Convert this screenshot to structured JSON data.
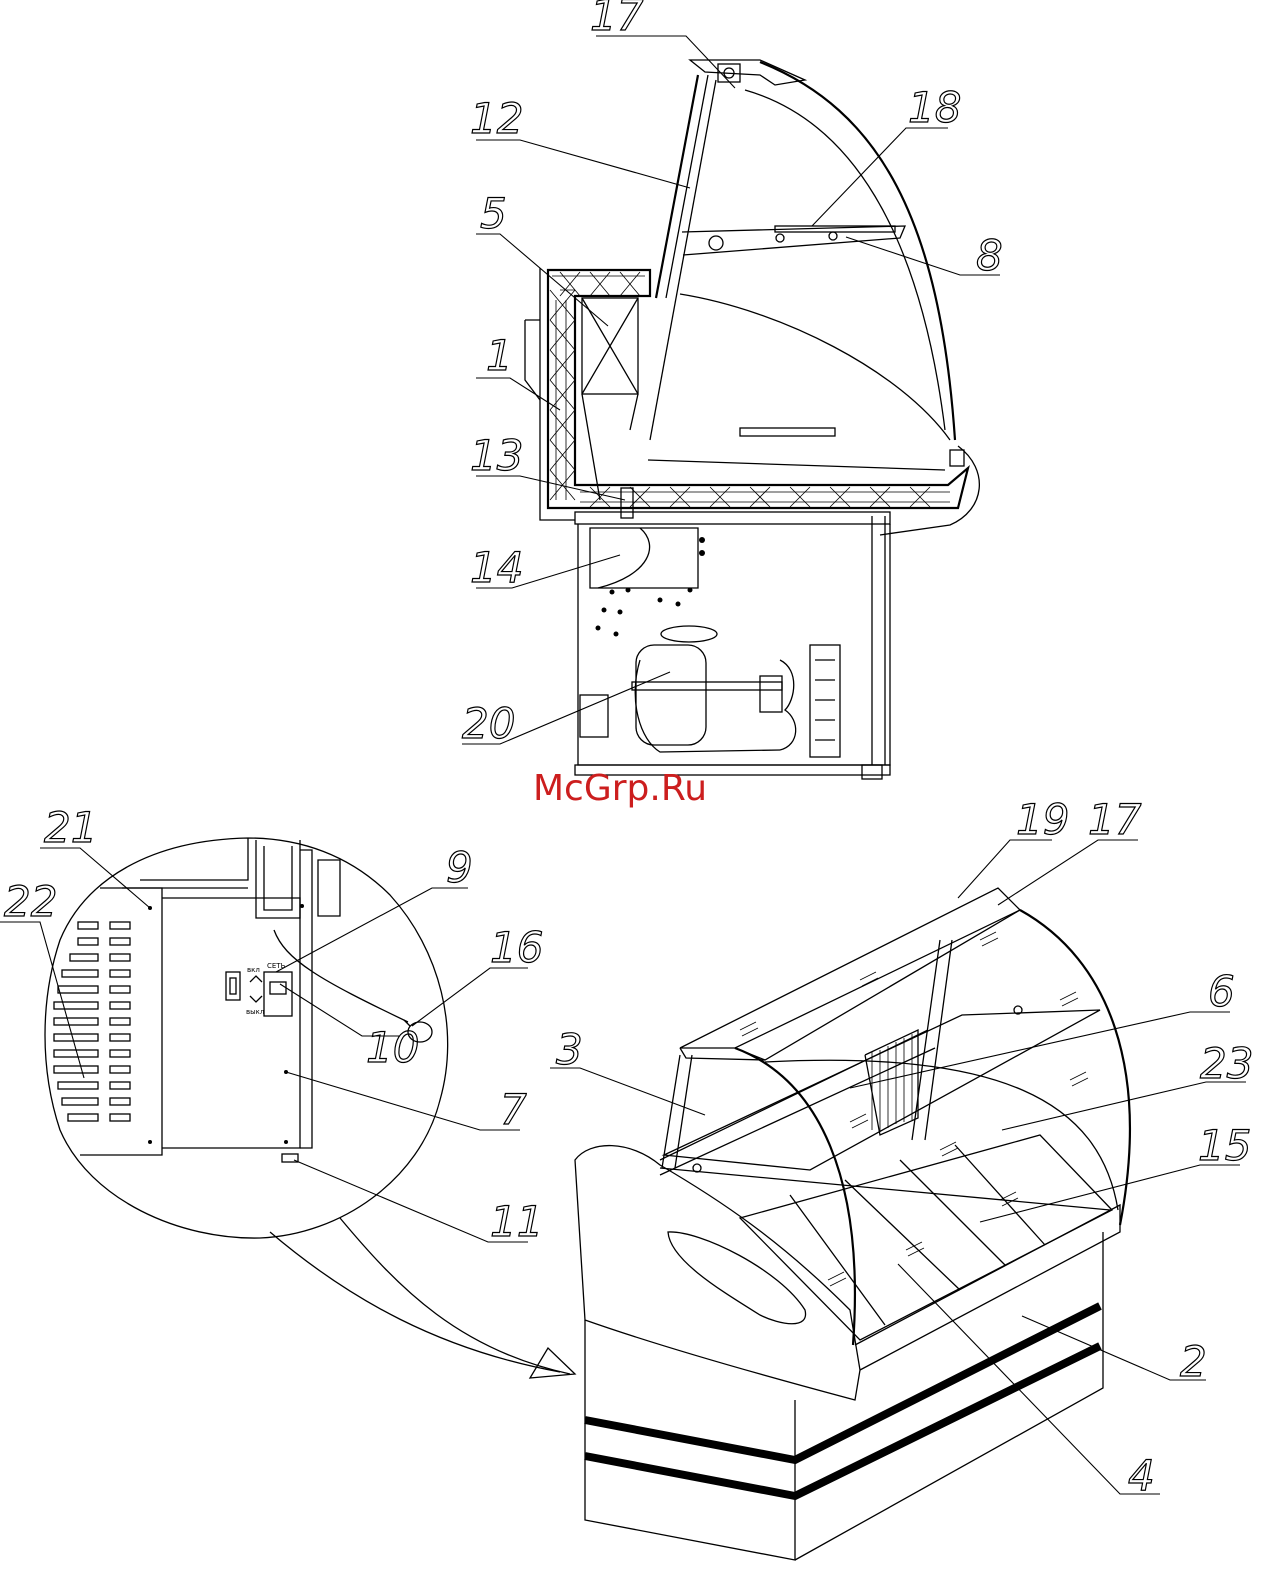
{
  "watermark": "McGrp.Ru",
  "callouts": [
    {
      "id": "17",
      "label": "17"
    },
    {
      "id": "12",
      "label": "12"
    },
    {
      "id": "18",
      "label": "18"
    },
    {
      "id": "5",
      "label": "5"
    },
    {
      "id": "8",
      "label": "8"
    },
    {
      "id": "1",
      "label": "1"
    },
    {
      "id": "13",
      "label": "13"
    },
    {
      "id": "14",
      "label": "14"
    },
    {
      "id": "20",
      "label": "20"
    },
    {
      "id": "21",
      "label": "21"
    },
    {
      "id": "22",
      "label": "22"
    },
    {
      "id": "9",
      "label": "9"
    },
    {
      "id": "16",
      "label": "16"
    },
    {
      "id": "10",
      "label": "10"
    },
    {
      "id": "7",
      "label": "7"
    },
    {
      "id": "11",
      "label": "11"
    },
    {
      "id": "19",
      "label": "19"
    },
    {
      "id": "17b",
      "label": "17"
    },
    {
      "id": "6",
      "label": "6"
    },
    {
      "id": "3",
      "label": "3"
    },
    {
      "id": "23",
      "label": "23"
    },
    {
      "id": "15",
      "label": "15"
    },
    {
      "id": "2",
      "label": "2"
    },
    {
      "id": "4",
      "label": "4"
    }
  ],
  "control_panel": {
    "switch_top_label": "СЕТЬ",
    "switch_mid_label": "вкл",
    "switch_bottom_label": "выкл"
  }
}
